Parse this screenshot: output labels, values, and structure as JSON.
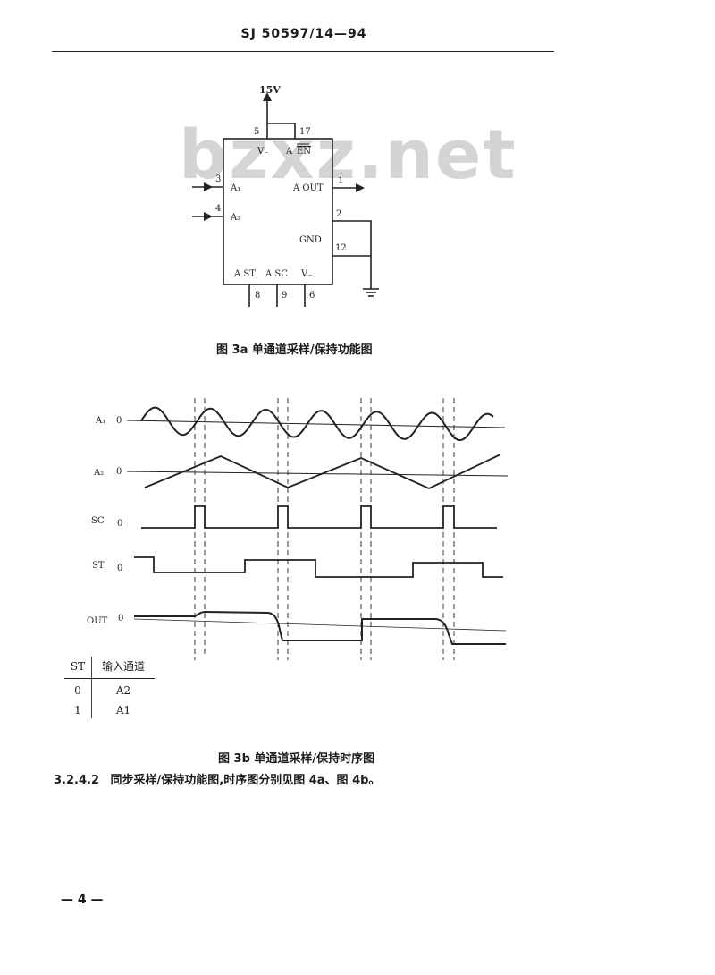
{
  "header": {
    "code": "SJ 50597/14—94"
  },
  "watermark": "bzxz.net",
  "figure3a": {
    "caption": "图 3a   单通道采样/保持功能图",
    "supply": "15V",
    "pins": {
      "p5": "5",
      "p17": "17",
      "p3": "3",
      "p4": "4",
      "p1": "1",
      "p2": "2",
      "p12": "12",
      "p8": "8",
      "p9": "9",
      "p6": "6"
    },
    "labels": {
      "vminus_top": "V₋",
      "aen_a": "A",
      "aen_en": "EN",
      "a1": "A₁",
      "a2": "A₂",
      "aout": "A OUT",
      "gnd": "GND",
      "ast": "A ST",
      "asc": "A SC",
      "vminus_bottom": "V₋"
    }
  },
  "figure3b": {
    "caption": "图 3b   单通道采样/保持时序图",
    "signals": [
      {
        "name": "A₁",
        "zero": "0"
      },
      {
        "name": "A₂",
        "zero": "0"
      },
      {
        "name": "SC",
        "zero": "0"
      },
      {
        "name": "ST",
        "zero": "0"
      },
      {
        "name": "OUT",
        "zero": "0"
      }
    ],
    "table": {
      "headers": [
        "ST",
        "输入通道"
      ],
      "rows": [
        [
          "0",
          "A2"
        ],
        [
          "1",
          "A1"
        ]
      ]
    }
  },
  "section": {
    "number": "3.2.4.2",
    "text": "同步采样/保持功能图,时序图分别见图 4a、图 4b。"
  },
  "page_number": "— 4 —"
}
